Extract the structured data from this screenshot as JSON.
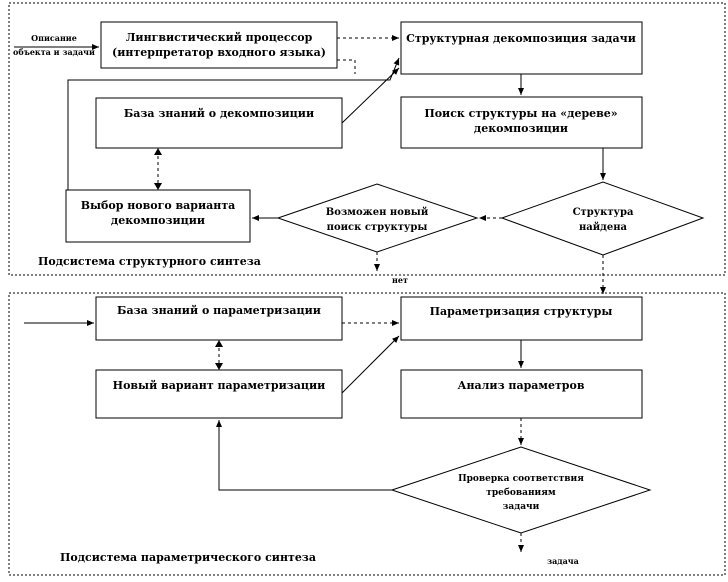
{
  "subsystems": {
    "structural": "Подсистема структурного синтеза",
    "parametric": "Подсистема параметрического синтеза"
  },
  "input_label": {
    "line1": "Описание",
    "line2": "объекта и задачи"
  },
  "boxes": {
    "linguistic": {
      "line1": "Лингвистический процессор",
      "line2": "(интерпретатор входного  языка)"
    },
    "decomposition": {
      "line1": "Структурная декомпозиция задачи"
    },
    "kb_decomposition": {
      "line1": "База знаний о декомпозиции"
    },
    "tree_search": {
      "line1": "Поиск структуры на «дереве»",
      "line2": "декомпозиции"
    },
    "new_variant": {
      "line1": "Выбор нового варианта",
      "line2": "декомпозиции"
    },
    "kb_param": {
      "line1": "База знаний о параметризации"
    },
    "param_structure": {
      "line1": "Параметризация структуры"
    },
    "new_param": {
      "line1": "Новый вариант параметризации"
    },
    "param_analysis": {
      "line1": "Анализ параметров"
    }
  },
  "decisions": {
    "search_possible": {
      "line1": "Возможен новый",
      "line2": "поиск структуры"
    },
    "structure_found": {
      "line1": "Структура",
      "line2": "найдена"
    },
    "requirements": {
      "line1": "Проверка соответствия",
      "line2": "требованиям",
      "line3": "задачи"
    }
  },
  "labels": {
    "no": "нет",
    "task": "задача"
  }
}
